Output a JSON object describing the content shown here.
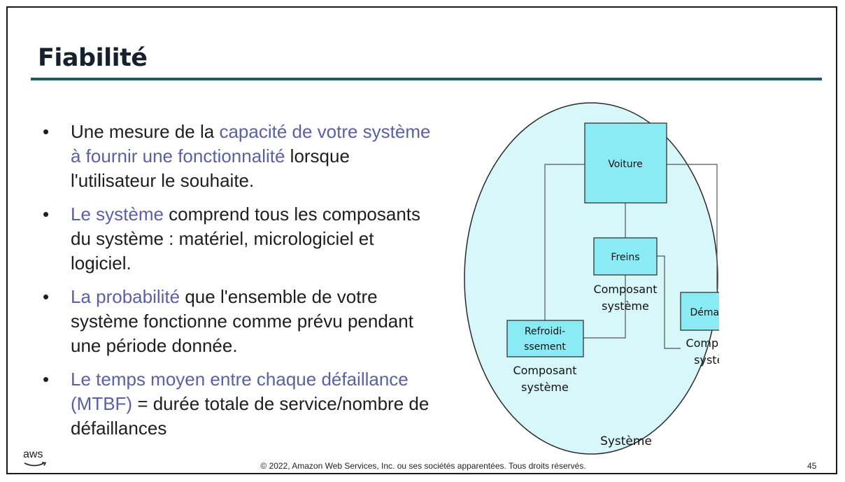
{
  "slide": {
    "title": "Fiabilité",
    "bullets": [
      {
        "highlight": "",
        "pre": "Une mesure de la ",
        "hl": "capacité de votre système à fournir une fonctionnalité",
        "post": " lorsque l'utilisateur le souhaite."
      },
      {
        "pre": "",
        "hl": "Le système",
        "post": " comprend tous les composants du système : matériel, micrologiciel et logiciel."
      },
      {
        "pre": "",
        "hl": "La probabilité",
        "post": " que l'ensemble de votre système fonctionne comme prévu pendant une période donnée."
      },
      {
        "pre": "",
        "hl": "Le temps moyen entre chaque défaillance (MTBF)",
        "post": " = durée totale de service/nombre de défaillances"
      }
    ],
    "diagram": {
      "system_label": "Système",
      "car_label": "Voiture",
      "brakes_label": "Freins",
      "cooling_label_line1": "Refroidi-",
      "cooling_label_line2": "ssement",
      "starter_label": "Démarrage",
      "component_line1": "Composant",
      "component_line2": "système",
      "colors": {
        "fill_circle": "#d7f7fb",
        "fill_box": "#8aebf5"
      }
    },
    "logo_text": "aws",
    "footer": "© 2022, Amazon Web Services, Inc. ou ses sociétés apparentées. Tous droits réservés.",
    "page_number": "45"
  }
}
